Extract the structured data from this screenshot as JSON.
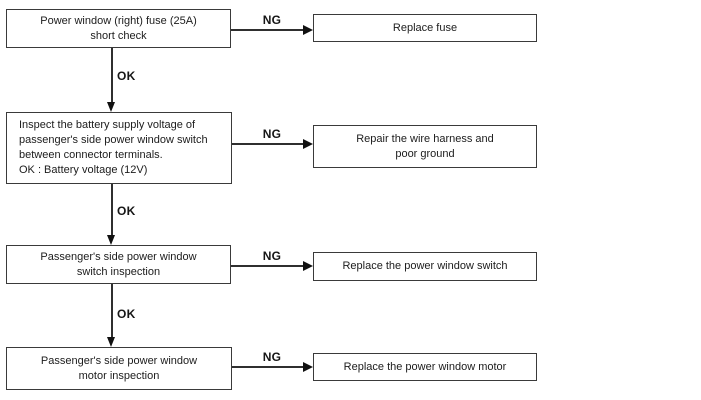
{
  "colors": {
    "background": "#ffffff",
    "line": "#3a3a3a",
    "text": "#1c1c1c"
  },
  "flowchart": {
    "connector_labels": {
      "ng": "NG",
      "ok": "OK"
    },
    "steps": [
      {
        "lines": [
          "Power window (right) fuse (25A)",
          "short check"
        ]
      },
      {
        "lines": [
          "Inspect the battery supply voltage of",
          "passenger's side power window switch",
          "between connector terminals.",
          "OK : Battery voltage (12V)"
        ]
      },
      {
        "lines": [
          "Passenger's side power window",
          "switch inspection"
        ]
      },
      {
        "lines": [
          "Passenger's side power window",
          "motor inspection"
        ]
      }
    ],
    "ng_actions": [
      {
        "lines": [
          "Replace fuse"
        ]
      },
      {
        "lines": [
          "Repair the wire harness and",
          "poor ground"
        ]
      },
      {
        "lines": [
          "Replace the power window switch"
        ]
      },
      {
        "lines": [
          "Replace the power window motor"
        ]
      }
    ]
  }
}
